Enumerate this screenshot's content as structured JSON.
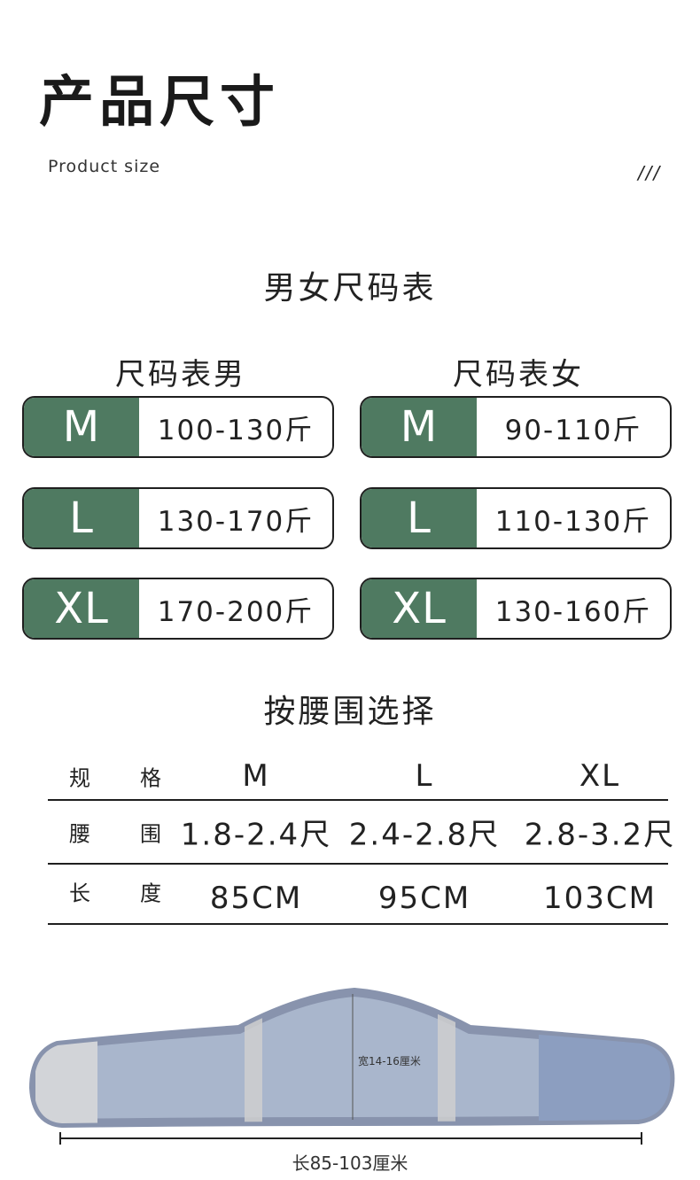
{
  "header": {
    "title": "产品尺寸",
    "subtitle": "Product size",
    "decoration": "///"
  },
  "size_chart": {
    "heading": "男女尺码表",
    "men": {
      "title": "尺码表男",
      "rows": [
        {
          "size": "M",
          "range": "100-130斤"
        },
        {
          "size": "L",
          "range": "130-170斤"
        },
        {
          "size": "XL",
          "range": "170-200斤"
        }
      ]
    },
    "women": {
      "title": "尺码表女",
      "rows": [
        {
          "size": "M",
          "range": "90-110斤"
        },
        {
          "size": "L",
          "range": "110-130斤"
        },
        {
          "size": "XL",
          "range": "130-160斤"
        }
      ]
    }
  },
  "waist_table": {
    "heading": "按腰围选择",
    "header_row": {
      "label_a": "规",
      "label_b": "格",
      "m": "M",
      "l": "L",
      "xl": "XL"
    },
    "rows": [
      {
        "label_a": "腰",
        "label_b": "围",
        "m": "1.8-2.4尺",
        "l": "2.4-2.8尺",
        "xl": "2.8-3.2尺"
      },
      {
        "label_a": "长",
        "label_b": "度",
        "m": "85CM",
        "l": "95CM",
        "xl": "103CM"
      }
    ]
  },
  "product_image": {
    "width_label": "宽14-16厘米",
    "length_label": "长85-103厘米",
    "colors": {
      "band": "#a9b6cc",
      "edge": "#8893ad",
      "tab": "#d6d6d6",
      "end": "#8c9ec0",
      "accent": "#4f7a61"
    }
  }
}
